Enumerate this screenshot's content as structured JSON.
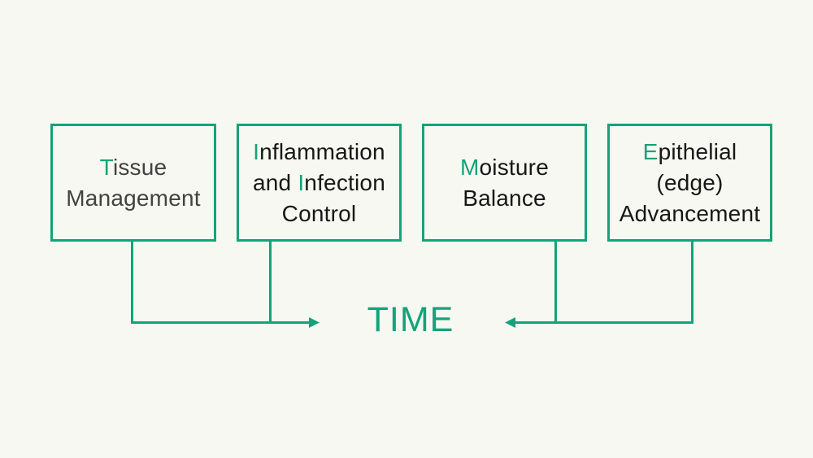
{
  "colors": {
    "accent": "#12a37a",
    "background": "#f7f8f1",
    "box1_text": "#424242",
    "box_text": "#171717"
  },
  "time_label": "TIME",
  "boxes": [
    {
      "id": "tissue-management",
      "text_color": "#424242",
      "lines": [
        [
          {
            "text": "T",
            "accent": true
          },
          {
            "text": "issue",
            "accent": false
          }
        ],
        [
          {
            "text": "Management",
            "accent": false
          }
        ]
      ]
    },
    {
      "id": "inflammation-infection-control",
      "text_color": "#171717",
      "lines": [
        [
          {
            "text": "I",
            "accent": true
          },
          {
            "text": "nflammation",
            "accent": false
          }
        ],
        [
          {
            "text": "and ",
            "accent": false
          },
          {
            "text": "I",
            "accent": true
          },
          {
            "text": "nfection",
            "accent": false
          }
        ],
        [
          {
            "text": "Control",
            "accent": false
          }
        ]
      ]
    },
    {
      "id": "moisture-balance",
      "text_color": "#171717",
      "lines": [
        [
          {
            "text": "M",
            "accent": true
          },
          {
            "text": "oisture",
            "accent": false
          }
        ],
        [
          {
            "text": "Balance",
            "accent": false
          }
        ]
      ]
    },
    {
      "id": "epithelial-edge-advancement",
      "text_color": "#171717",
      "lines": [
        [
          {
            "text": "E",
            "accent": true
          },
          {
            "text": "pithelial",
            "accent": false
          }
        ],
        [
          {
            "text": "(edge)",
            "accent": false
          }
        ],
        [
          {
            "text": "Advancement",
            "accent": false
          }
        ]
      ]
    }
  ]
}
